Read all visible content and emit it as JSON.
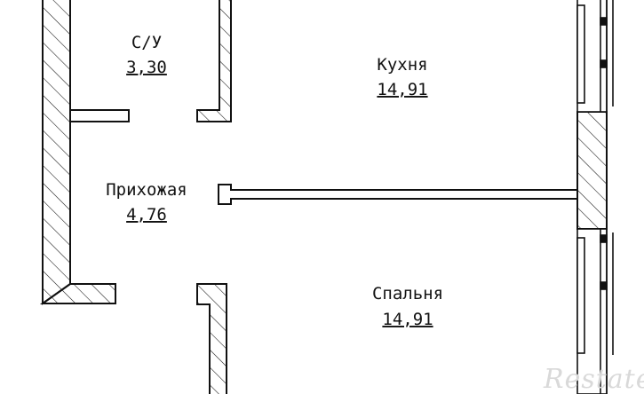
{
  "plan": {
    "rooms": [
      {
        "id": "bathroom",
        "name": "С/У",
        "area": "3,30"
      },
      {
        "id": "kitchen",
        "name": "Кухня",
        "area": "14,91"
      },
      {
        "id": "hallway",
        "name": "Прихожая",
        "area": "4,76"
      },
      {
        "id": "bedroom",
        "name": "Спальня",
        "area": "14,91"
      }
    ],
    "watermark": "Restate",
    "colors": {
      "line": "#111111",
      "background": "#ffffff",
      "watermark": "#d9d9d9"
    }
  }
}
